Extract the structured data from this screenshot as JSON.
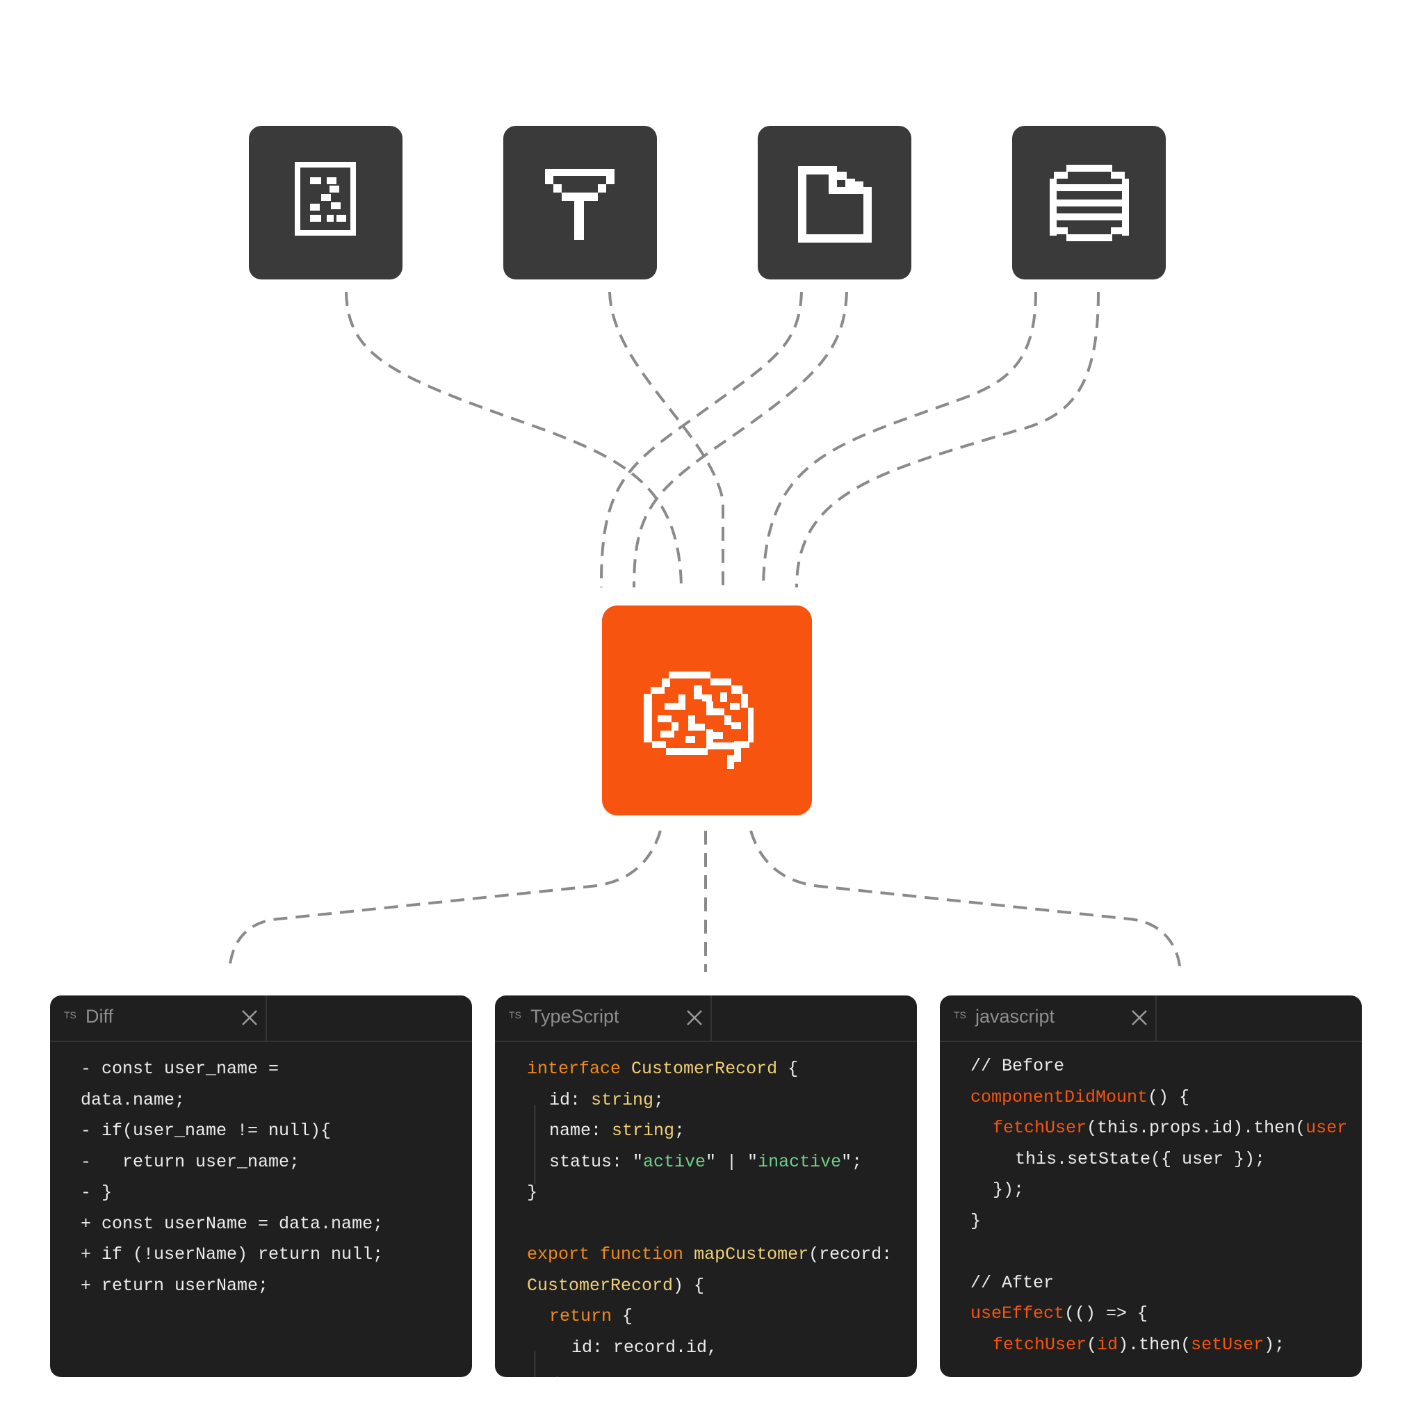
{
  "diagram": {
    "sources": [
      {
        "icon": "document-icon"
      },
      {
        "icon": "filter-icon"
      },
      {
        "icon": "file-icon"
      },
      {
        "icon": "database-icon"
      }
    ],
    "hub": {
      "icon": "brain-icon",
      "color": "#f75410"
    },
    "connector_color": "#8a8a8a"
  },
  "panels": [
    {
      "badge": "TS",
      "tab_label": "Diff",
      "lines": [
        [
          {
            "t": "- const user_name ="
          }
        ],
        [
          {
            "t": "data.name;"
          }
        ],
        [
          {
            "t": "- if(user_name != null){"
          }
        ],
        [
          {
            "t": "-   return user_name;"
          }
        ],
        [
          {
            "t": "- }"
          }
        ],
        [
          {
            "t": "+ const userName = data.name;"
          }
        ],
        [
          {
            "t": "+ if (!userName) return null;"
          }
        ],
        [
          {
            "t": "+ return userName;"
          }
        ]
      ]
    },
    {
      "badge": "TS",
      "tab_label": "TypeScript",
      "lines": [
        [
          {
            "t": "interface",
            "c": "kw"
          },
          {
            "t": " "
          },
          {
            "t": "CustomerRecord",
            "c": "type"
          },
          {
            "t": " {"
          }
        ],
        [
          {
            "t": "id: "
          },
          {
            "t": "string",
            "c": "type"
          },
          {
            "t": ";"
          }
        ],
        [
          {
            "t": "name: "
          },
          {
            "t": "string",
            "c": "type"
          },
          {
            "t": ";"
          }
        ],
        [
          {
            "t": "status: \""
          },
          {
            "t": "active",
            "c": "str"
          },
          {
            "t": "\" | \""
          },
          {
            "t": "inactive",
            "c": "str"
          },
          {
            "t": "\";"
          }
        ],
        [
          {
            "t": "}"
          }
        ],
        [
          {
            "t": ""
          }
        ],
        [
          {
            "t": "export",
            "c": "kw"
          },
          {
            "t": " "
          },
          {
            "t": "function",
            "c": "kw"
          },
          {
            "t": " "
          },
          {
            "t": "mapCustomer",
            "c": "type"
          },
          {
            "t": "(record:"
          }
        ],
        [
          {
            "t": "CustomerRecord",
            "c": "type"
          },
          {
            "t": ") {"
          }
        ],
        [
          {
            "t": "return",
            "c": "kw"
          },
          {
            "t": " {"
          }
        ],
        [
          {
            "t": "id: record.id,"
          }
        ]
      ]
    },
    {
      "badge": "TS",
      "tab_label": "javascript",
      "lines": [
        [
          {
            "t": "// Before"
          }
        ],
        [
          {
            "t": "componentDidMount",
            "c": "fn"
          },
          {
            "t": "() {"
          }
        ],
        [
          {
            "t": "fetchUser",
            "c": "fn"
          },
          {
            "t": "(this.props.id).then("
          },
          {
            "t": "user",
            "c": "fn"
          }
        ],
        [
          {
            "t": "this.setState({ user });"
          }
        ],
        [
          {
            "t": "});"
          }
        ],
        [
          {
            "t": "}"
          }
        ],
        [
          {
            "t": ""
          }
        ],
        [
          {
            "t": "// After"
          }
        ],
        [
          {
            "t": "useEffect",
            "c": "fn"
          },
          {
            "t": "(() => {"
          }
        ],
        [
          {
            "t": "fetchUser",
            "c": "fn"
          },
          {
            "t": "("
          },
          {
            "t": "id",
            "c": "fn"
          },
          {
            "t": ").then("
          },
          {
            "t": "setUser",
            "c": "fn"
          },
          {
            "t": ");"
          }
        ]
      ]
    }
  ]
}
